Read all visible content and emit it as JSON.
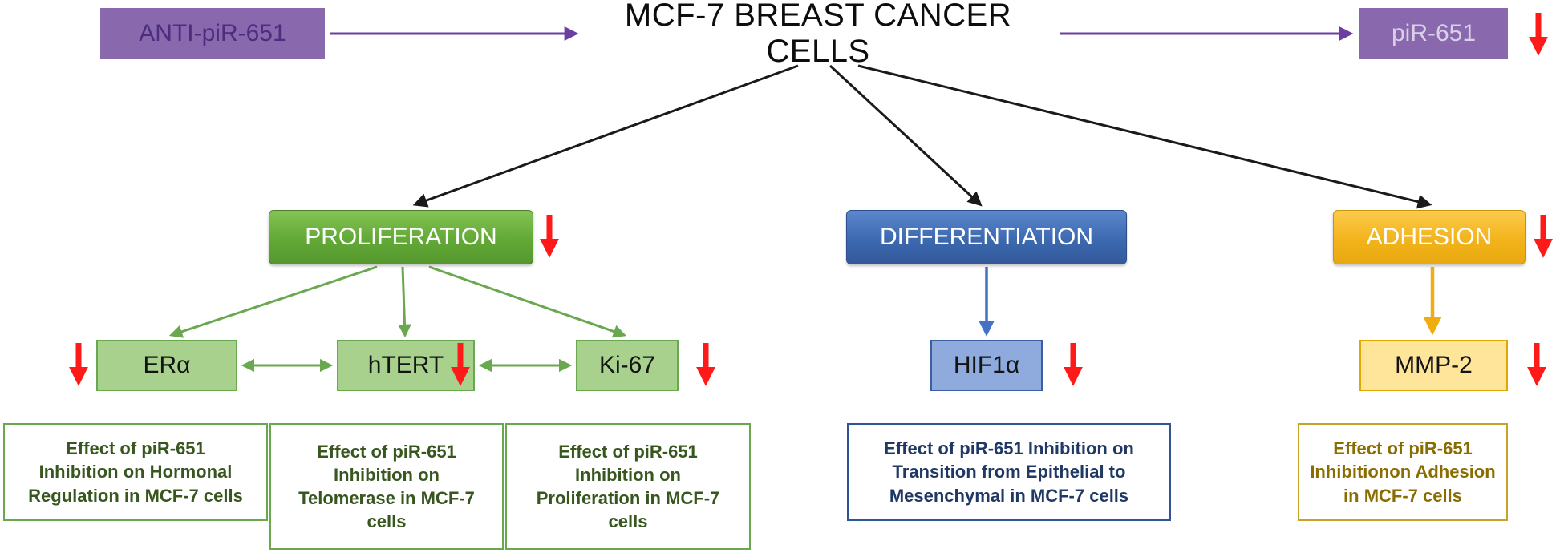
{
  "top": {
    "anti_pir651": "ANTI-piR-651",
    "title": "MCF-7 BREAST CANCER CELLS",
    "pir651": "piR-651"
  },
  "branches": {
    "proliferation": {
      "label": "PROLIFERATION",
      "children": [
        {
          "label": "ERα",
          "note": "Effect of piR-651\nInhibition on Hormonal\nRegulation in MCF-7 cells"
        },
        {
          "label": "hTERT",
          "note": "Effect of piR-651\nInhibition on\nTelomerase in MCF-7\ncells"
        },
        {
          "label": "Ki-67",
          "note": "Effect of piR-651\nInhibition on\nProliferation in MCF-7\ncells"
        }
      ]
    },
    "differentiation": {
      "label": "DIFFERENTIATION",
      "children": [
        {
          "label": "HIF1α",
          "note": "Effect of piR-651 Inhibition on\nTransition from Epithelial to\nMesenchymal in MCF-7 cells"
        }
      ]
    },
    "adhesion": {
      "label": "ADHESION",
      "children": [
        {
          "label": "MMP-2",
          "note": "Effect of piR-651\nInhibitionon Adhesion\nin MCF-7 cells"
        }
      ]
    }
  },
  "palette": {
    "purple_box": "#8a68ae",
    "purple_arrow": "#6b3fa0",
    "green_box": "#62a936",
    "green_light": "#a9d18e",
    "green_text": "#38571f",
    "blue_box": "#3c69b0",
    "blue_light": "#8faadc",
    "blue_text": "#1f3864",
    "gold_box": "#f3b31c",
    "gold_light": "#ffe599",
    "gold_text": "#8a6d00",
    "red_arrow": "#ff1a1a",
    "black_arrow": "#1a1a1a"
  }
}
